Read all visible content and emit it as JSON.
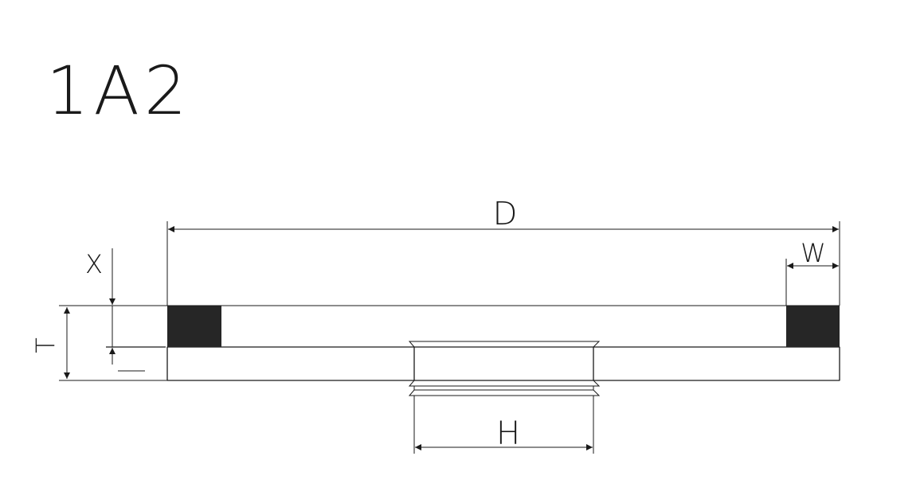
{
  "title": "1A2",
  "labels": {
    "D": "D",
    "W": "W",
    "X": "X",
    "T": "T",
    "H": "H"
  },
  "colors": {
    "line": "#1a1a1a",
    "abrasive": "#262626",
    "background": "#ffffff"
  }
}
